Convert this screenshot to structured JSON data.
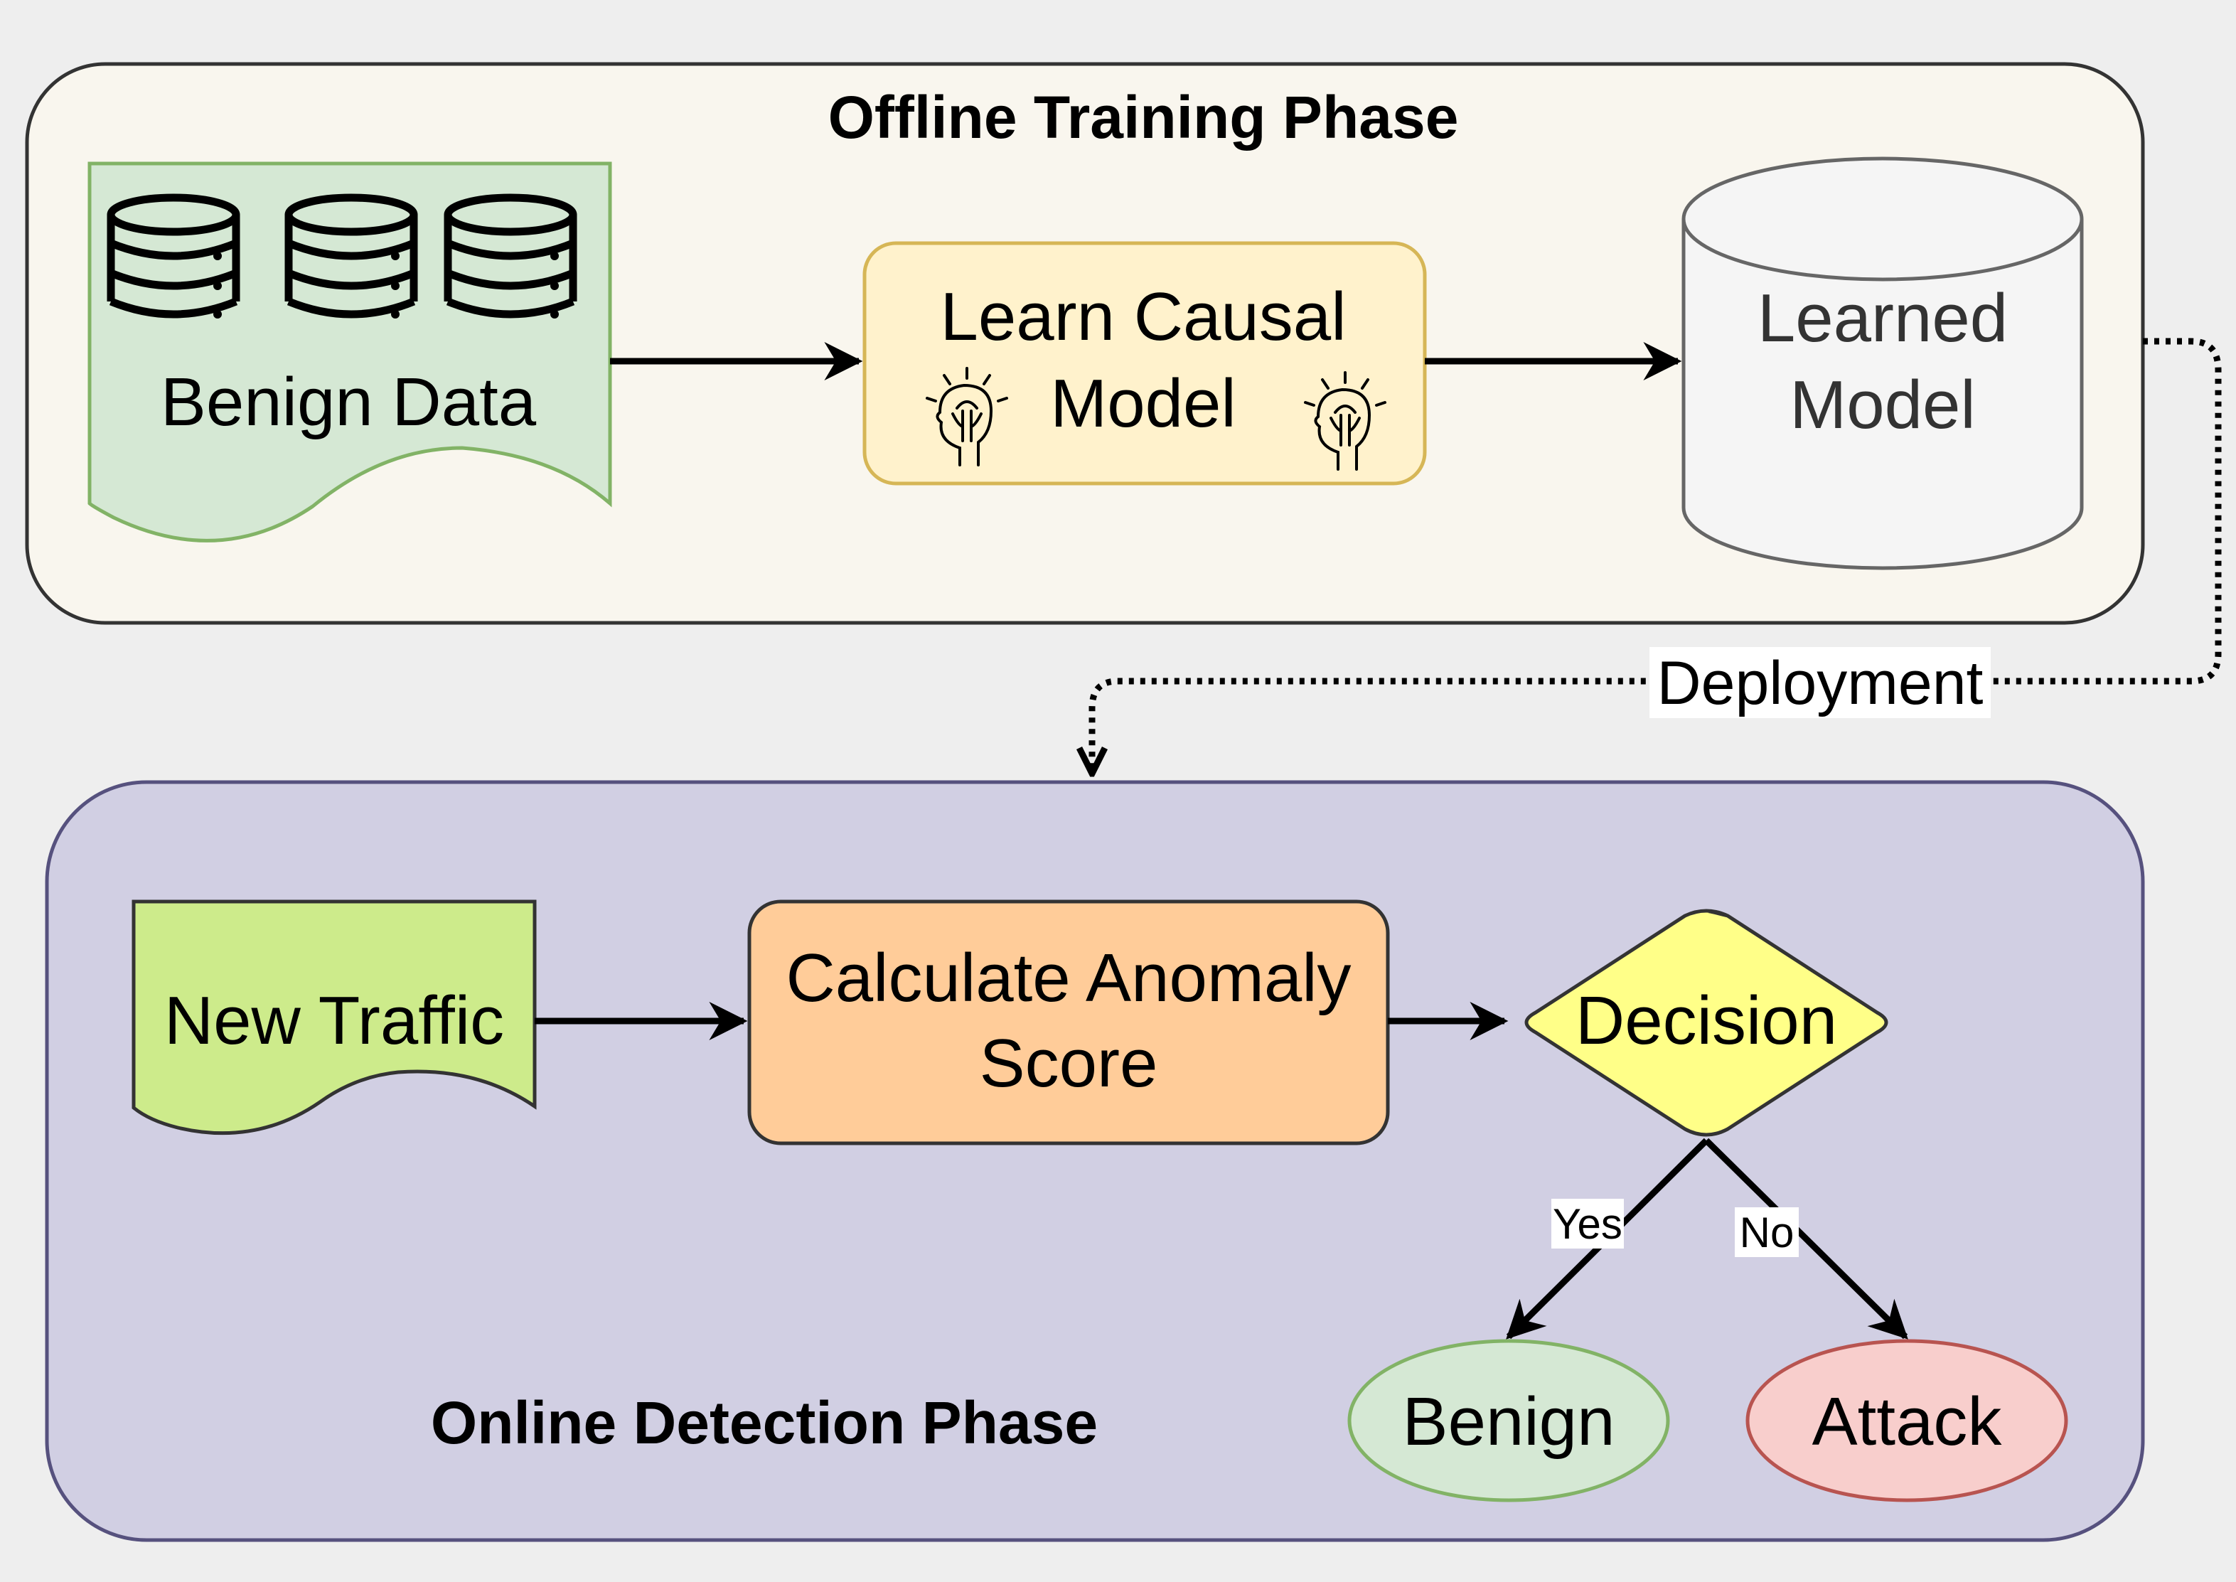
{
  "offline": {
    "title": "Offline Training Phase"
  },
  "online": {
    "title": "Online Detection Phase"
  },
  "nodes": {
    "benign_data": "Benign Data",
    "learn_line1": "Learn Causal",
    "learn_line2": "Model",
    "learned_line1": "Learned",
    "learned_line2": "Model",
    "new_traffic": "New Traffic",
    "calc_line1": "Calculate Anomaly",
    "calc_line2": "Score",
    "decision": "Decision",
    "benign": "Benign",
    "attack": "Attack"
  },
  "edges": {
    "deployment": "Deployment",
    "yes": "Yes",
    "no": "No"
  },
  "icons": {
    "database": "database-icon",
    "idea": "head-lightbulb-icon"
  },
  "colors": {
    "offline_fill": "#f9f6ee",
    "online_fill": "#d1cfe3",
    "online_stroke": "#56517e",
    "benign_data_fill": "#d5e8d4",
    "benign_data_stroke": "#82b366",
    "learn_fill": "#fff2cc",
    "learn_stroke": "#d6b656",
    "learned_fill": "#f5f5f5",
    "learned_stroke": "#666666",
    "new_traffic_fill": "#cdeb8b",
    "calc_fill": "#ffcc99",
    "decision_fill": "#ffff88",
    "benign_fill": "#d5e8d4",
    "attack_fill": "#f8cecc",
    "attack_stroke": "#b85450"
  }
}
